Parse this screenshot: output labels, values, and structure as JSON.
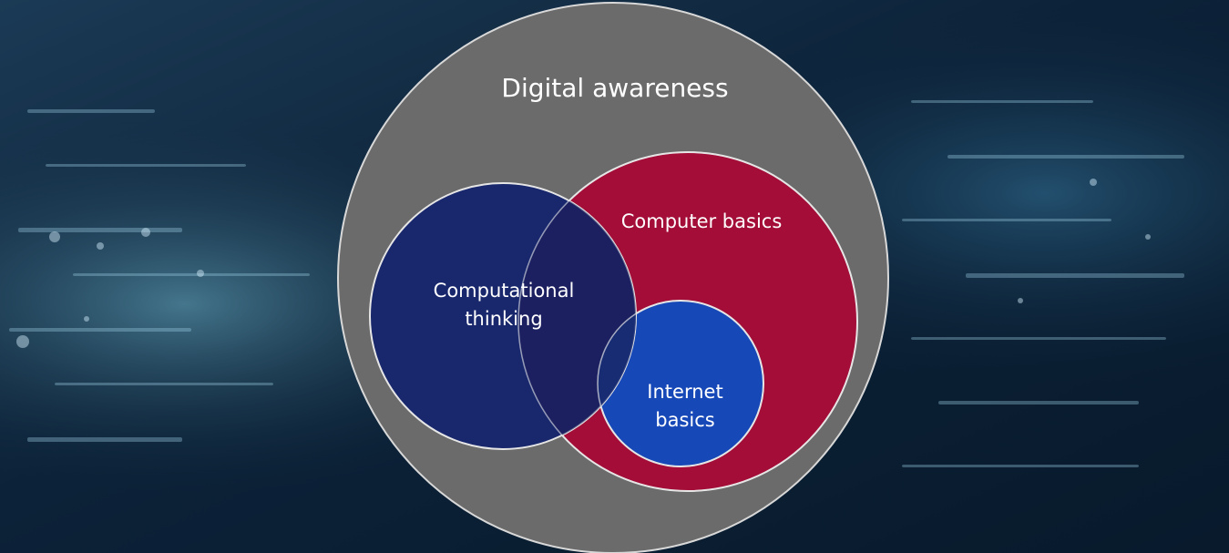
{
  "diagram": {
    "outer": {
      "label": "Digital awareness",
      "color": "#6b6b6b"
    },
    "computational": {
      "label_line1": "Computational",
      "label_line2": "thinking",
      "color": "#13236e"
    },
    "computer": {
      "label": "Computer basics",
      "color": "#a30d37"
    },
    "internet": {
      "label_line1": "Internet",
      "label_line2": "basics",
      "color": "#1748b8"
    }
  },
  "background": {
    "base_color": "#0a1f33",
    "glow_color": "#2f6f8f"
  }
}
